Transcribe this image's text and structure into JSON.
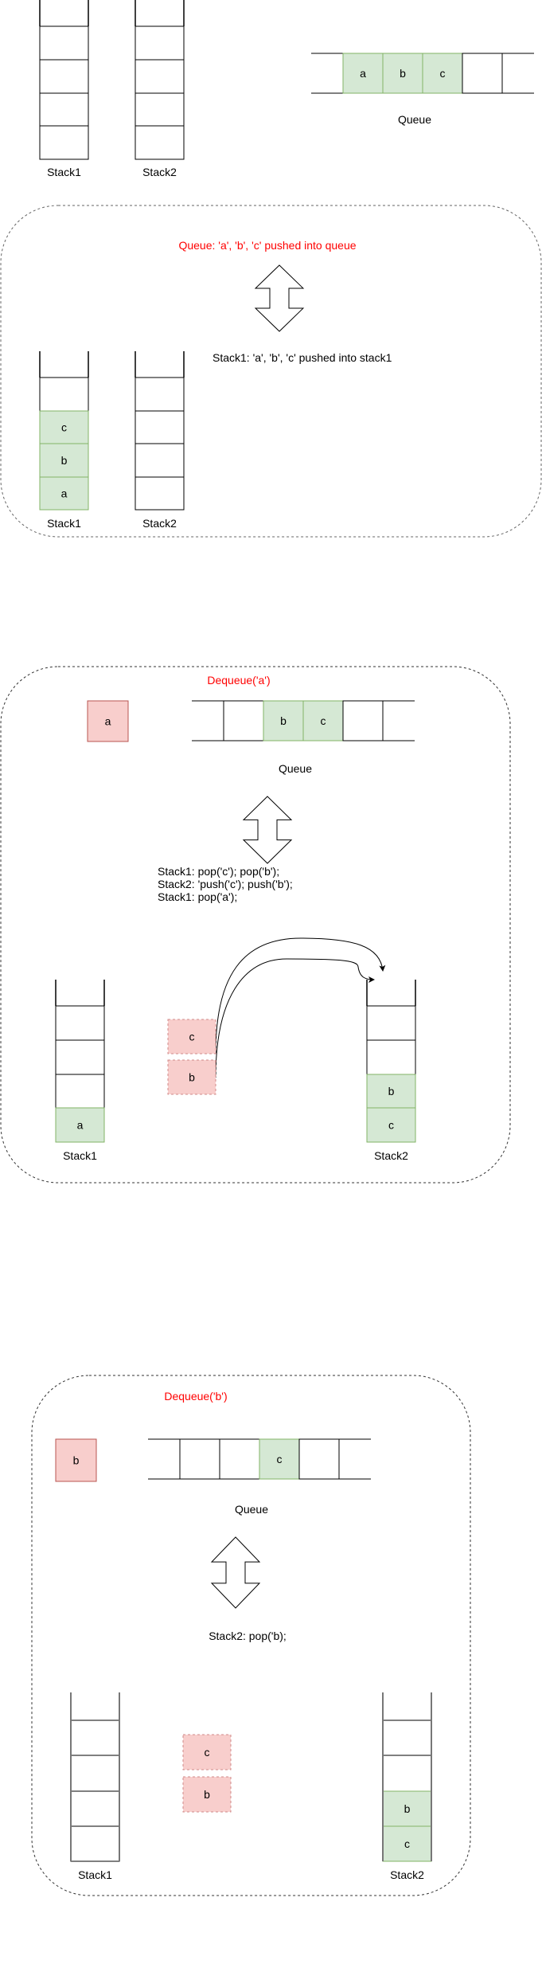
{
  "colors": {
    "filled_fill": "#d5e8d4",
    "filled_stroke": "#82b366",
    "removed_fill": "#f8cecc",
    "removed_stroke": "#b85450",
    "caption_red": "#ff0000"
  },
  "panels": [
    {
      "title": "",
      "stack1": {
        "label": "Stack1",
        "cells": [
          "",
          "",
          "",
          ""
        ]
      },
      "stack2": {
        "label": "Stack2",
        "cells": [
          "",
          "",
          "",
          ""
        ]
      },
      "queue": {
        "label": "Queue",
        "cells": [
          "a",
          "b",
          "c",
          ""
        ]
      }
    },
    {
      "title": "Queue: 'a', 'b', 'c' pushed into queue",
      "note": "Stack1: 'a', 'b', 'c' pushed into stack1",
      "stack1": {
        "label": "Stack1",
        "cells": [
          "",
          "c",
          "b",
          "a"
        ]
      },
      "stack2": {
        "label": "Stack2",
        "cells": [
          "",
          "",
          "",
          ""
        ]
      }
    },
    {
      "title": "Dequeue('a')",
      "dequeued": "a",
      "queue": {
        "label": "Queue",
        "cells": [
          "",
          "b",
          "c",
          ""
        ]
      },
      "note_lines": [
        "Stack1: pop('c'); pop('b');",
        "Stack2: 'push('c'); push('b');",
        "Stack1: pop('a');"
      ],
      "moving": [
        "c",
        "b"
      ],
      "stack1": {
        "label": "Stack1",
        "cells": [
          "",
          "",
          "",
          "a"
        ]
      },
      "stack2": {
        "label": "Stack2",
        "cells": [
          "",
          "",
          "b",
          "c"
        ]
      }
    },
    {
      "title": "Dequeue('b')",
      "dequeued": "b",
      "queue": {
        "label": "Queue",
        "cells": [
          "",
          "",
          "c",
          ""
        ]
      },
      "note": "Stack2: pop('b);",
      "moving": [
        "c",
        "b"
      ],
      "stack1": {
        "label": "Stack1",
        "cells": [
          "",
          "",
          "",
          ""
        ]
      },
      "stack2": {
        "label": "Stack2",
        "cells": [
          "",
          "",
          "b",
          "c"
        ]
      }
    }
  ]
}
